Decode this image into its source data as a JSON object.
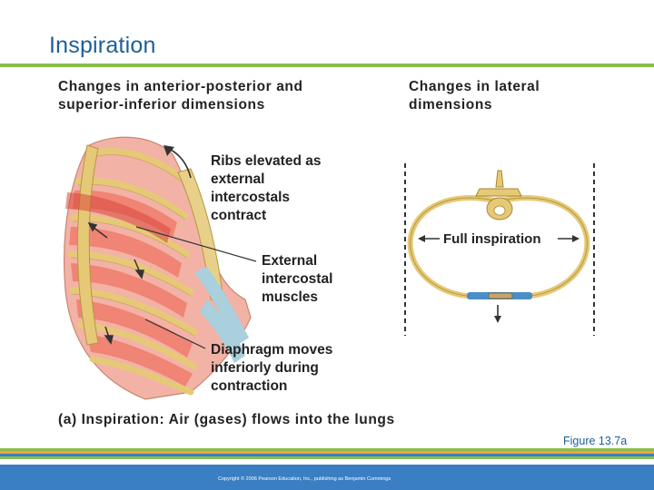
{
  "slide": {
    "title": "Inspiration",
    "figure_ref": "Figure 13.7a",
    "copyright": "Copyright © 2006 Pearson Education, Inc., publishing as Benjamin Cummings"
  },
  "diagram": {
    "left_heading": "Changes in anterior-posterior and superior-inferior dimensions",
    "right_heading": "Changes in lateral dimensions",
    "labels": {
      "ribs_elevated": "Ribs elevated as external intercostals contract",
      "external_intercostal": "External intercostal muscles",
      "diaphragm": "Diaphragm moves inferiorly during contraction",
      "full_inspiration": "Full inspiration"
    },
    "caption": "(a) Inspiration: Air (gases) flows into the lungs"
  },
  "colors": {
    "title": "#1d5f97",
    "rule": "#8bbd4a",
    "footer": "#3a7fc3",
    "rib_bone": "#e6c977",
    "muscle": "#f07d6d",
    "cartilage": "#a9d0dc"
  }
}
